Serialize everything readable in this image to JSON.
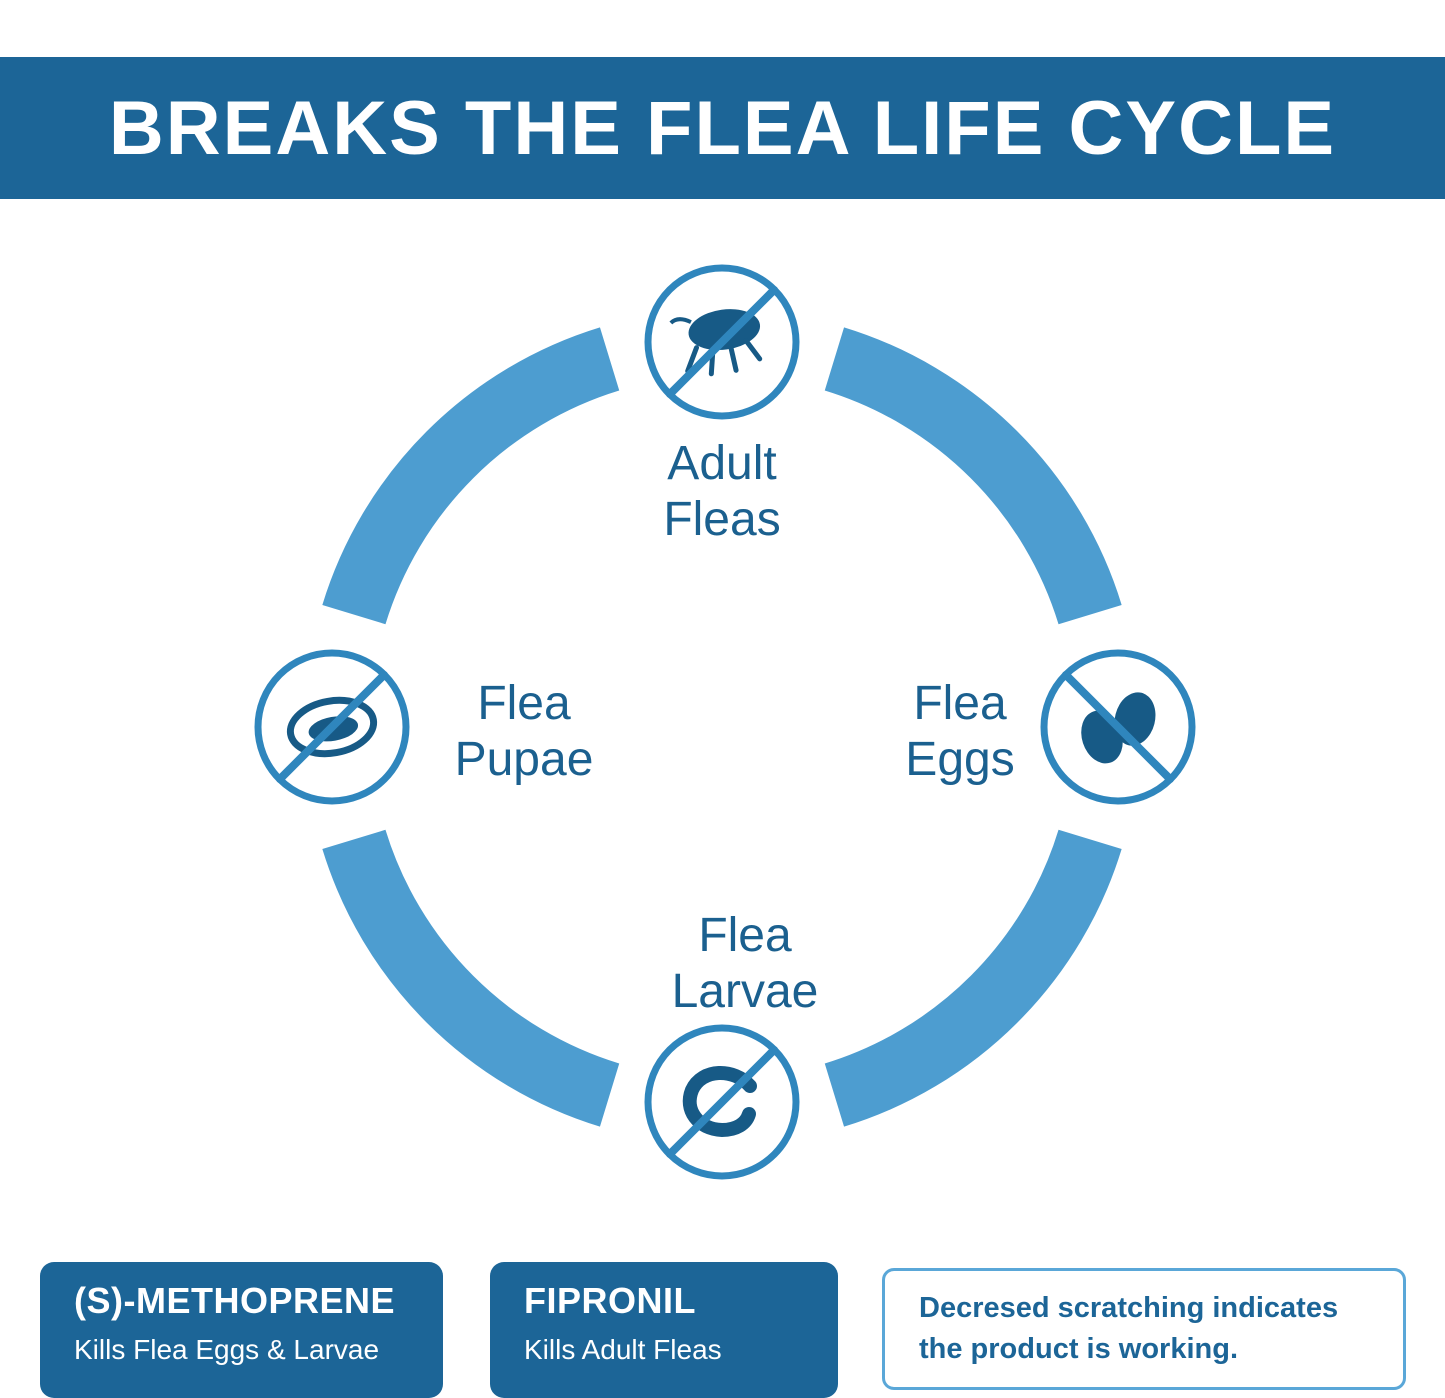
{
  "header": {
    "title": "BREAKS THE FLEA LIFE CYCLE"
  },
  "cycle": {
    "stages": [
      {
        "name": "adult-fleas",
        "label": "Adult\nFleas",
        "icon": "no-adult-fleas-icon"
      },
      {
        "name": "flea-eggs",
        "label": "Flea\nEggs",
        "icon": "no-flea-eggs-icon"
      },
      {
        "name": "flea-larvae",
        "label": "Flea\nLarvae",
        "icon": "no-flea-larvae-icon"
      },
      {
        "name": "flea-pupae",
        "label": "Flea\nPupae",
        "icon": "no-flea-pupae-icon"
      }
    ]
  },
  "footer": {
    "methoprene": {
      "title": "(S)-METHOPRENE",
      "subtitle": "Kills Flea Eggs & Larvae"
    },
    "fipronil": {
      "title": "FIPRONIL",
      "subtitle": "Kills Adult Fleas"
    },
    "note": "Decresed scratching  indicates\nthe product is working."
  },
  "colors": {
    "primary_blue": "#1c6597",
    "arc_blue": "#4d9dd0",
    "ring_blue": "#2f86bd",
    "glyph_blue": "#175a86",
    "label_blue": "#1b608f",
    "note_border": "#5aa7d8"
  }
}
